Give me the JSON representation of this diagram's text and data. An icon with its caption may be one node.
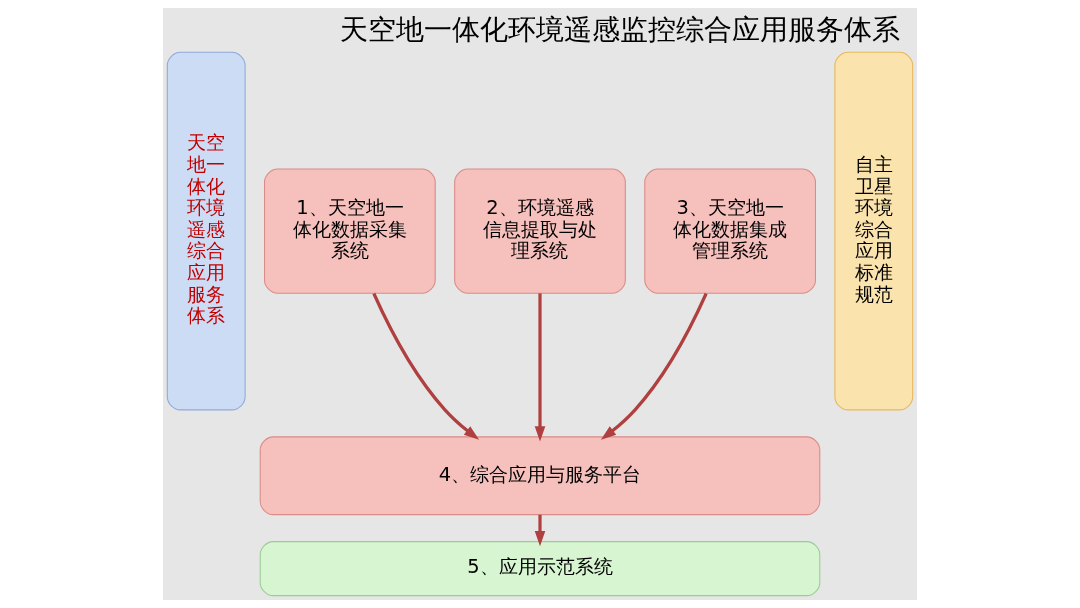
{
  "diagram": {
    "title": "天空地一体化环境遥感监控综合应用服务体系",
    "nodes": [
      {
        "text": [
          "天空地一体化环境遥感综合应用服务体系"
        ]
      },
      {
        "text": [
          "1、天空地一体化数据采集系统"
        ]
      },
      {
        "text": [
          "2、环境遥感信息提取与处理系统"
        ]
      },
      {
        "text": [
          "3、天空地一体化数据集成管理系统"
        ]
      },
      {
        "text": [
          "4、综合应用与服务平台"
        ]
      },
      {
        "text": [
          "5、应用示范系统"
        ]
      },
      {
        "text": [
          "自主卫星环境综合应用标准规范"
        ]
      }
    ],
    "edges": [
      {
        "from": 1,
        "to": 4,
        "arrow": "to"
      },
      {
        "from": 2,
        "to": 4,
        "arrow": "to"
      },
      {
        "from": 3,
        "to": 4,
        "arrow": "to"
      },
      {
        "from": 4,
        "to": 5,
        "arrow": "to"
      }
    ]
  }
}
